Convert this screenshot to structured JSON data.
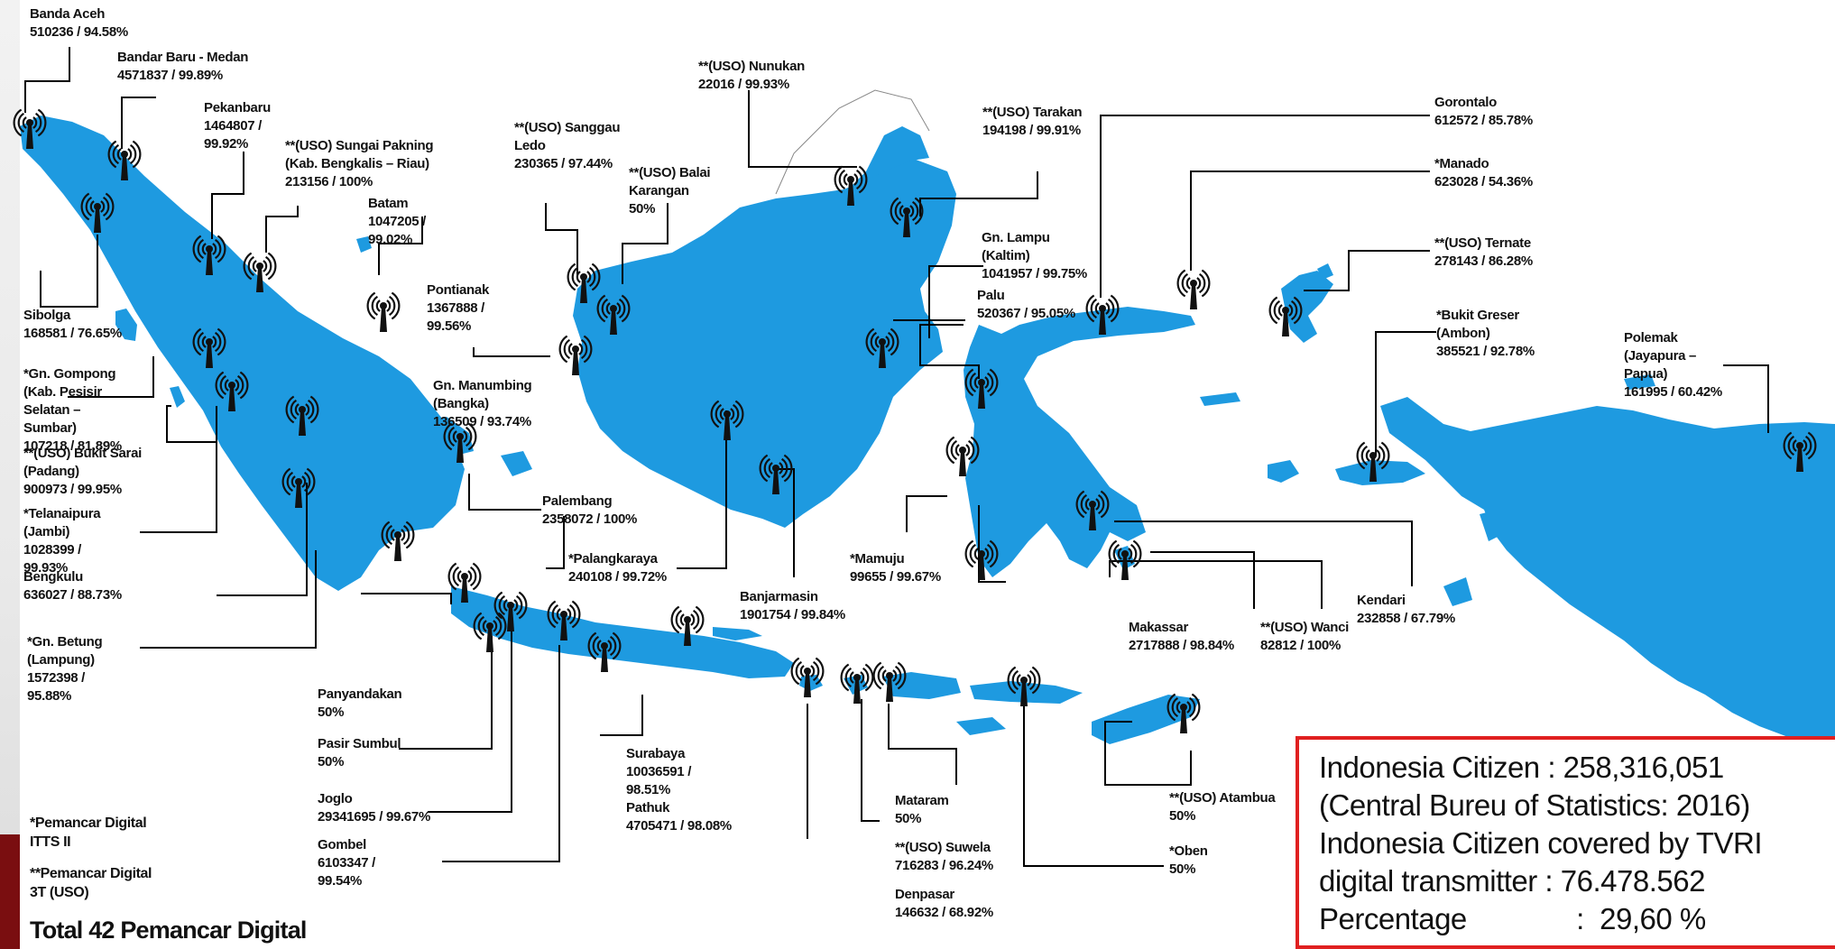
{
  "colors": {
    "land": "#1e9ae0",
    "leader": "#000000",
    "box_border": "#e02020",
    "accent": "#7a0e10"
  },
  "icon": "radio-transmitter-tower-icon",
  "sites": [
    {
      "id": "banda-aceh",
      "lines": [
        "Banda Aceh",
        "510236 / 94.58%"
      ]
    },
    {
      "id": "bandar-baru-medan",
      "lines": [
        "Bandar Baru - Medan",
        "4571837 / 99.89%"
      ]
    },
    {
      "id": "pekanbaru",
      "lines": [
        "Pekanbaru",
        "1464807 /",
        "99.92%"
      ]
    },
    {
      "id": "sungai-pakning",
      "lines": [
        "**(USO) Sungai Pakning",
        "(Kab. Bengkalis – Riau)",
        "213156 / 100%"
      ]
    },
    {
      "id": "batam",
      "lines": [
        "Batam",
        "1047205 /",
        "99.02%"
      ]
    },
    {
      "id": "sibolga",
      "lines": [
        "Sibolga",
        "168581 / 76.65%"
      ]
    },
    {
      "id": "gn-gompong",
      "lines": [
        "*Gn. Gompong",
        "(Kab. Pesisir",
        "Selatan –",
        "Sumbar)",
        "107218 / 81.89%"
      ]
    },
    {
      "id": "bukit-sarai",
      "lines": [
        "**(USO) Bukit Sarai",
        "(Padang)",
        "900973 / 99.95%"
      ]
    },
    {
      "id": "telanaipura",
      "lines": [
        "*Telanaipura",
        "(Jambi)",
        "1028399 /",
        "99.93%"
      ]
    },
    {
      "id": "bengkulu",
      "lines": [
        "Bengkulu",
        "636027 / 88.73%"
      ]
    },
    {
      "id": "gn-betung",
      "lines": [
        "*Gn. Betung",
        "(Lampung)",
        "1572398 /",
        "95.88%"
      ]
    },
    {
      "id": "pontianak",
      "lines": [
        "Pontianak",
        "1367888 /",
        "99.56%"
      ]
    },
    {
      "id": "sanggau-ledo",
      "lines": [
        "**(USO) Sanggau",
        "Ledo",
        "230365 / 97.44%"
      ]
    },
    {
      "id": "balai-karangan",
      "lines": [
        "**(USO) Balai",
        "Karangan",
        "50%"
      ]
    },
    {
      "id": "gn-manumbing",
      "lines": [
        "Gn. Manumbing",
        "(Bangka)",
        "136509 / 93.74%"
      ]
    },
    {
      "id": "palembang",
      "lines": [
        "Palembang",
        "2358072 / 100%"
      ]
    },
    {
      "id": "nunukan",
      "lines": [
        "**(USO) Nunukan",
        "22016 / 99.93%"
      ]
    },
    {
      "id": "tarakan",
      "lines": [
        "**(USO) Tarakan",
        "194198 / 99.91%"
      ]
    },
    {
      "id": "gn-lampu",
      "lines": [
        "Gn. Lampu",
        "(Kaltim)",
        "1041957 / 99.75%"
      ]
    },
    {
      "id": "palu",
      "lines": [
        "Palu",
        "520367 / 95.05%"
      ]
    },
    {
      "id": "gorontalo",
      "lines": [
        "Gorontalo",
        "612572 / 85.78%"
      ]
    },
    {
      "id": "manado",
      "lines": [
        "*Manado",
        "623028 / 54.36%"
      ]
    },
    {
      "id": "ternate",
      "lines": [
        "**(USO) Ternate",
        "278143 / 86.28%"
      ]
    },
    {
      "id": "bukit-greser",
      "lines": [
        "*Bukit Greser",
        "(Ambon)",
        "385521 / 92.78%"
      ]
    },
    {
      "id": "polemak",
      "lines": [
        "Polemak",
        "(Jayapura –",
        "Papua)",
        "161995 / 60.42%"
      ]
    },
    {
      "id": "palangkaraya",
      "lines": [
        "*Palangkaraya",
        "240108 / 99.72%"
      ]
    },
    {
      "id": "banjarmasin",
      "lines": [
        "Banjarmasin",
        "1901754 / 99.84%"
      ]
    },
    {
      "id": "mamuju",
      "lines": [
        "*Mamuju",
        "99655 / 99.67%"
      ]
    },
    {
      "id": "makassar",
      "lines": [
        "Makassar",
        "2717888 / 98.84%"
      ]
    },
    {
      "id": "wanci",
      "lines": [
        "**(USO) Wanci",
        "82812 / 100%"
      ]
    },
    {
      "id": "kendari",
      "lines": [
        "Kendari",
        "232858 / 67.79%"
      ]
    },
    {
      "id": "panyandakan",
      "lines": [
        "Panyandakan",
        "50%"
      ]
    },
    {
      "id": "pasir-sumbul",
      "lines": [
        "Pasir Sumbul",
        "50%"
      ]
    },
    {
      "id": "joglo",
      "lines": [
        "Joglo",
        "29341695 / 99.67%"
      ]
    },
    {
      "id": "gombel",
      "lines": [
        "Gombel",
        "6103347 /",
        "99.54%"
      ]
    },
    {
      "id": "surabaya",
      "lines": [
        "Surabaya",
        "10036591 /",
        "98.51%"
      ]
    },
    {
      "id": "pathuk",
      "lines": [
        "Pathuk",
        "4705471 / 98.08%"
      ]
    },
    {
      "id": "mataram",
      "lines": [
        "Mataram",
        "50%"
      ]
    },
    {
      "id": "suwela",
      "lines": [
        "**(USO) Suwela",
        "716283 / 96.24%"
      ]
    },
    {
      "id": "denpasar",
      "lines": [
        "Denpasar",
        "146632 / 68.92%"
      ]
    },
    {
      "id": "atambua",
      "lines": [
        "**(USO) Atambua",
        "50%"
      ]
    },
    {
      "id": "oben",
      "lines": [
        "*Oben",
        "50%"
      ]
    }
  ],
  "legend": {
    "itts_lines": [
      "*Pemancar Digital",
      "ITTS II"
    ],
    "uso_lines": [
      "**Pemancar Digital",
      "3T (USO)"
    ],
    "total": "Total 42 Pemancar Digital"
  },
  "infobox": {
    "line1": "Indonesia Citizen : 258,316,051",
    "line2": "(Central Bureu of Statistics: 2016)",
    "line3": "Indonesia Citizen covered by TVRI",
    "line4": "digital transmitter : 76.478.562",
    "line5": "Percentage              :  29,60 %"
  }
}
